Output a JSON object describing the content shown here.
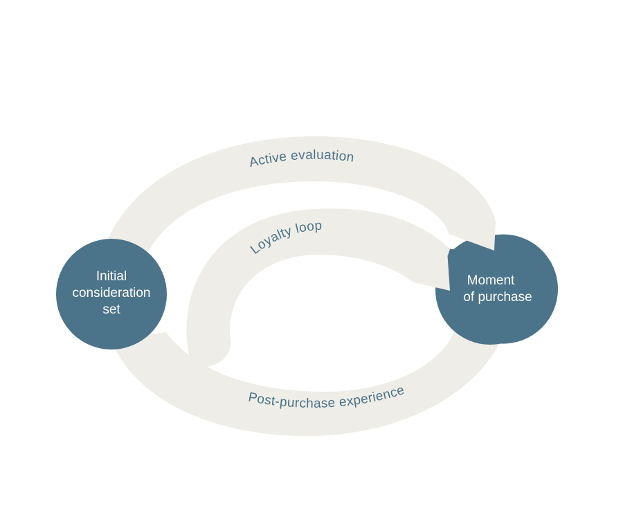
{
  "diagram": {
    "title": "Consumer decision journey",
    "colors": {
      "band": "#eeede7",
      "node": "#4b7389",
      "label": "#4b7389",
      "node_text": "#ffffff"
    },
    "nodes": [
      {
        "id": "initial",
        "lines": [
          "Initial",
          "consideration",
          "set"
        ]
      },
      {
        "id": "purchase",
        "lines": [
          "Moment",
          "of purchase"
        ]
      }
    ],
    "stages": {
      "active_evaluation": "Active evaluation",
      "loyalty_loop": "Loyalty loop",
      "post_purchase": "Post-purchase experience"
    },
    "flows": [
      {
        "from": "Initial consideration set",
        "to": "Moment of purchase",
        "via": "Active evaluation"
      },
      {
        "from": "Moment of purchase",
        "to": "Initial consideration set",
        "via": "Post-purchase experience"
      },
      {
        "from": "Post-purchase experience",
        "to": "Moment of purchase",
        "via": "Loyalty loop"
      }
    ]
  }
}
